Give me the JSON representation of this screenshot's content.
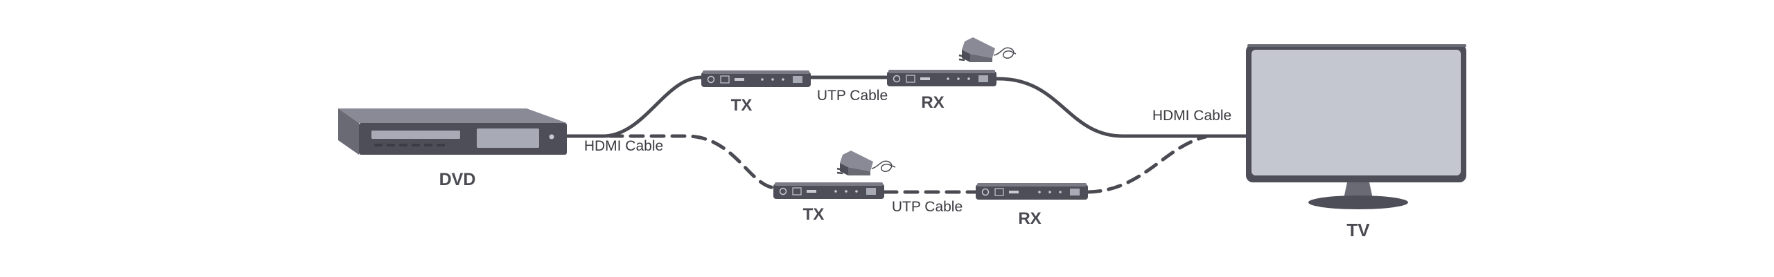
{
  "diagram": {
    "devices": {
      "dvd": {
        "label": "DVD"
      },
      "tv": {
        "label": "TV"
      },
      "tx_upper": {
        "label": "TX"
      },
      "rx_upper": {
        "label": "RX"
      },
      "tx_lower": {
        "label": "TX"
      },
      "rx_lower": {
        "label": "RX"
      }
    },
    "cables": {
      "utp_upper": {
        "label": "UTP Cable"
      },
      "utp_lower": {
        "label": "UTP Cable"
      },
      "hdmi_source": {
        "label": "HDMI Cable"
      },
      "hdmi_display": {
        "label": "HDMI Cable"
      }
    },
    "colors": {
      "device_dark": "#4e4e58",
      "device_mid": "#6a6a74",
      "device_light": "#8a8a96",
      "screen": "#c4c6d0",
      "cable": "#4a4a52",
      "text": "#4a4a52"
    }
  }
}
